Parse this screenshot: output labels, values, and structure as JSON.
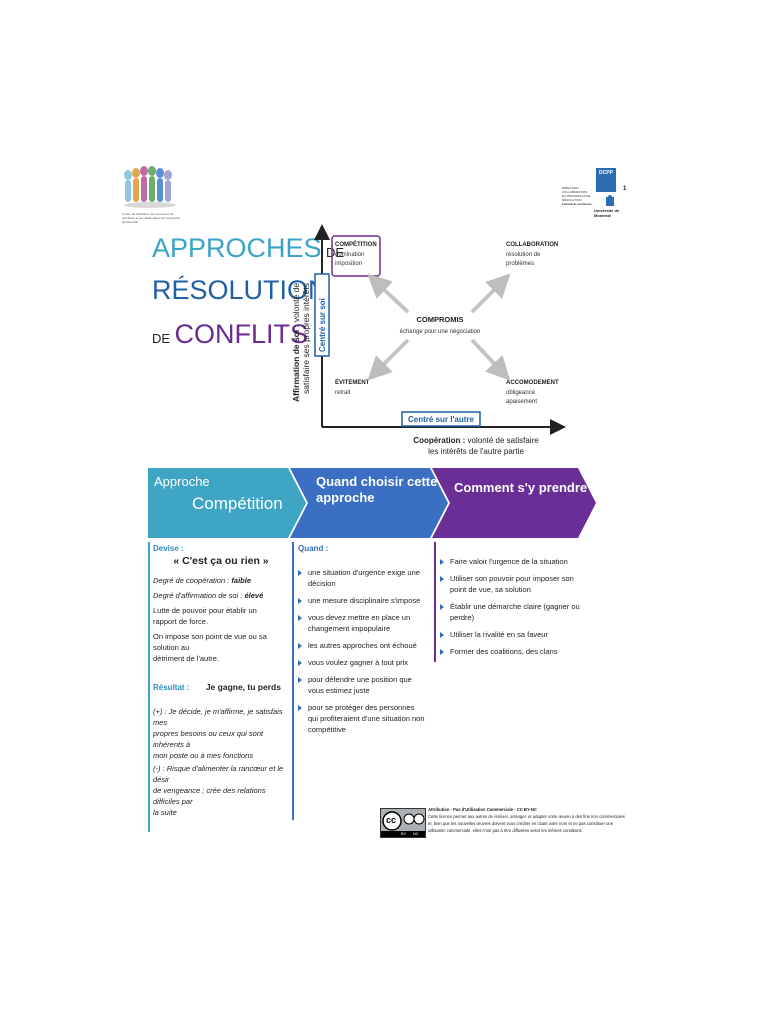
{
  "header": {
    "left_logo_caption": "Centre de facilitation des processus de résolution et de collaboration de l'Université de Montréal",
    "dcpp_label": "DCPP",
    "right_caption_lines": [
      "DIRECTION COLLABORATION",
      "ET PROCESSUS DE RÉSOLUTION",
      "Faculté de médecine"
    ],
    "university": "Université de Montréal",
    "page_number": "1"
  },
  "title": {
    "line1_big": "APPROCHES",
    "line1_small": "DE",
    "line2_big": "RÉSOLUTION",
    "line3_small": "DE",
    "line3_big": "CONFLITS"
  },
  "diagram": {
    "y_axis_label_bold": "Affirmation de soi :",
    "y_axis_label_rest": "volonté de",
    "y_axis_label_line2": "satisfaire ses propres intérêts",
    "y_box": "Centré sur soi",
    "x_box": "Centré sur l'autre",
    "x_axis_label_bold": "Coopération :",
    "x_axis_label_rest": "volonté de satisfaire",
    "x_axis_label_line2": "les intérêts de l'autre partie",
    "competition": {
      "title": "COMPÉTITION",
      "l1": "domination",
      "l2": "imposition"
    },
    "collaboration": {
      "title": "COLLABORATION",
      "l1": "résolution de",
      "l2": "problèmes"
    },
    "compromis": {
      "title": "COMPROMIS",
      "l1": "échange pour une négociation"
    },
    "evitement": {
      "title": "ÉVITEMENT",
      "l1": "retrait"
    },
    "accommodement": {
      "title": "ACCOMODEMENT",
      "l1": "obligeance",
      "l2": "apaisement"
    }
  },
  "band": {
    "approche_label": "Approche",
    "approche_value": "Compétition",
    "quand_l1": "Quand choisir cette",
    "quand_l2": "approche",
    "comment": "Comment s'y prendre"
  },
  "col1": {
    "devise_label": "Devise :",
    "devise": "« C'est ça ou rien »",
    "degre_coop_label": "Degré de coopération :",
    "degre_coop_value": "faible",
    "degre_aff_label": "Degré d'affirmation de soi :",
    "degre_aff_value": "élevé",
    "p1_l1": "Lutte de pouvoir pour établir un",
    "p1_l2": "rapport de force.",
    "p2_l1": "On impose son point de vue ou sa solution au",
    "p2_l2": "détriment de l'autre.",
    "resultat_label": "Résultat :",
    "resultat_value": "Je gagne, tu perds",
    "plus_l1": "(+) : Je décide, je m'affirme, je satisfais mes",
    "plus_l2": "propres besoins ou ceux qui sont inhérents à",
    "plus_l3": "mon poste ou à mes fonctions",
    "minus_l1": "(-) : Risque d'alimenter la rancœur et le désir",
    "minus_l2": "de vengeance ; crée des relations difficiles par",
    "minus_l3": "la suite"
  },
  "col2": {
    "label": "Quand :",
    "items": [
      "une situation d'urgence exige une décision",
      "une mesure disciplinaire s'impose",
      "vous devez mettre en place un changement impopulaire",
      "les autres approches ont échoué",
      "vous voulez gagner à tout prix",
      "pour défendre une position que vous estimez juste",
      "pour se protéger des personnes qui profiteraient d'une situation non compétitive"
    ]
  },
  "col3": {
    "items": [
      "Faire valoir l'urgence de la situation",
      "Utiliser son pouvoir pour imposer son point de vue, sa solution",
      "Établir une démarche claire (gagner ou perdre)",
      "Utiliser la rivalité en sa faveur",
      "Former des coalitions, des clans"
    ]
  },
  "license": {
    "title": "Attribution - Pas d'Utilisation Commerciale - CC BY-NC",
    "text": "Cette licence permet aux autres de remixer, arranger, et adapter votre œuvre à des fins non commerciales et, bien que les nouvelles œuvres doivent vous créditer en citant votre nom et ne pas constituer une utilisation commerciale, elles n'ont pas à être diffusées selon les mêmes conditions.",
    "badge_cc": "cc",
    "badge_by": "BY",
    "badge_nc": "NC"
  },
  "colors": {
    "teal": "#3aa3c8",
    "blue": "#1f5fa6",
    "purple": "#6a2c91",
    "band_teal": "#3ea6c4",
    "band_blue": "#3b6fc4",
    "band_purple": "#6b2e96"
  }
}
